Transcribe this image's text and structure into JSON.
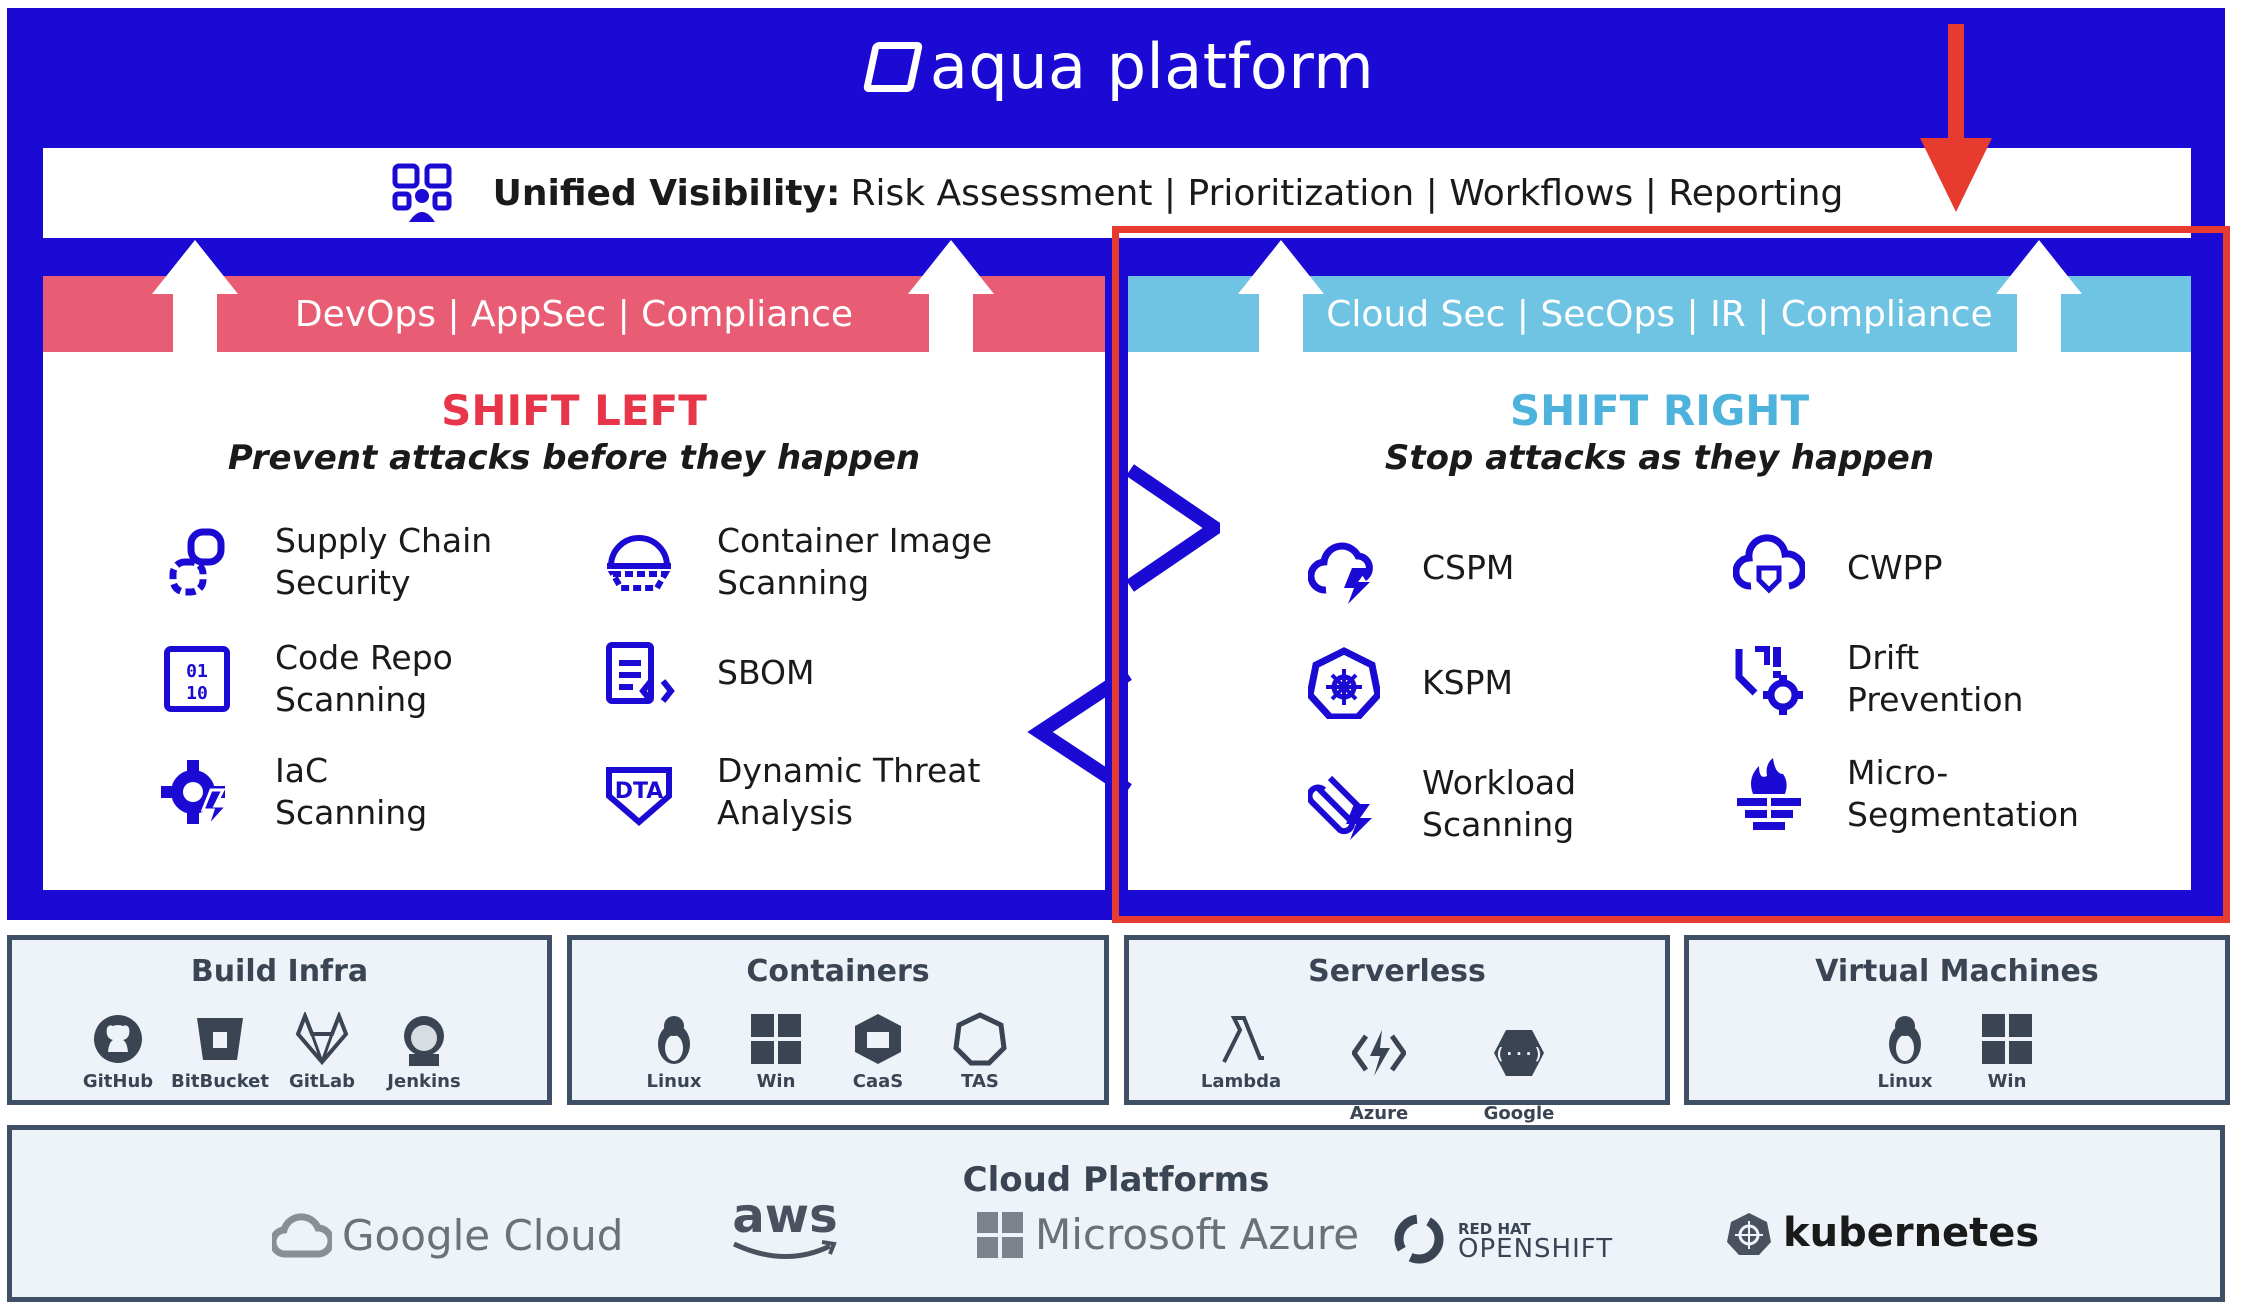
{
  "header": {
    "logo_text": "aqua platform"
  },
  "visibility": {
    "label_bold": "Unified Visibility:",
    "label_rest": "Risk Assessment | Prioritization | Workflows | Reporting"
  },
  "left": {
    "band": "DevOps | AppSec | Compliance",
    "title": "SHIFT LEFT",
    "subtitle": "Prevent attacks before they happen",
    "features": [
      {
        "label": "Supply Chain\nSecurity",
        "icon": "supply-chain-icon"
      },
      {
        "label": "Container Image\nScanning",
        "icon": "container-image-icon"
      },
      {
        "label": "Code Repo\nScanning",
        "icon": "code-repo-icon"
      },
      {
        "label": "SBOM",
        "icon": "sbom-icon"
      },
      {
        "label": "IaC\nScanning",
        "icon": "iac-gear-icon"
      },
      {
        "label": "Dynamic Threat\nAnalysis",
        "icon": "dta-shield-icon"
      }
    ]
  },
  "right": {
    "band": "Cloud Sec | SecOps | IR | Compliance",
    "title": "SHIFT RIGHT",
    "subtitle": "Stop attacks as they happen",
    "features": [
      {
        "label": "CSPM",
        "icon": "cloud-bolt-icon"
      },
      {
        "label": "CWPP",
        "icon": "cloud-shield-icon"
      },
      {
        "label": "KSPM",
        "icon": "kubernetes-wheel-icon"
      },
      {
        "label": "Drift\nPrevention",
        "icon": "drift-gear-icon"
      },
      {
        "label": "Workload\nScanning",
        "icon": "workload-icon"
      },
      {
        "label": "Micro-\nSegmentation",
        "icon": "firewall-icon"
      }
    ]
  },
  "infra": [
    {
      "title": "Build Infra",
      "items": [
        "GitHub",
        "BitBucket",
        "GitLab",
        "Jenkins"
      ]
    },
    {
      "title": "Containers",
      "items": [
        "Linux",
        "Win",
        "CaaS",
        "TAS"
      ]
    },
    {
      "title": "Serverless",
      "items": [
        "Lambda",
        "Azure\nFunctions",
        "Google\nFunctions"
      ]
    },
    {
      "title": "Virtual Machines",
      "items": [
        "Linux",
        "Win"
      ]
    }
  ],
  "cloud_platforms": {
    "title": "Cloud Platforms",
    "logos": [
      "Google Cloud",
      "aws",
      "Microsoft Azure",
      "RED HAT",
      "OPENSHIFT",
      "kubernetes"
    ]
  },
  "colors": {
    "brand_blue": "#1a0ad4",
    "shift_left_red": "#e8354a",
    "shift_left_band": "#e85d74",
    "shift_right_blue": "#4db3dc",
    "shift_right_band": "#6fc3e3",
    "highlight_red": "#e63b2e"
  }
}
